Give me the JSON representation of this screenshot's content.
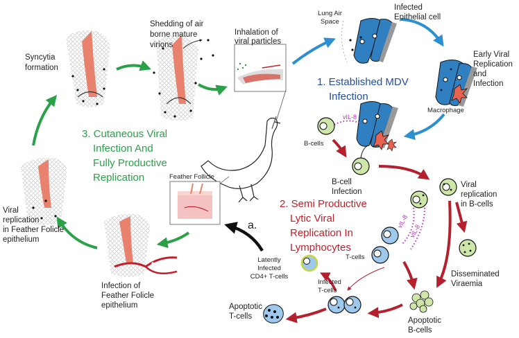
{
  "colors": {
    "green": "#2aa149",
    "blue": "#1f4ea3",
    "red": "#c41e2a",
    "arrow_blue": "#2b8fd0",
    "arrow_green": "#2aa149",
    "arrow_red": "#b5202e",
    "arrow_black": "#111111",
    "cell_blue": "#2f7fc1",
    "cell_green": "#cfe6a9",
    "tcell_blue": "#9ec9ec",
    "follicle_pink": "#e8826f",
    "macrophage": "#e8634f",
    "vil8": "#c828c8"
  },
  "section1": {
    "line1": "1. Established MDV",
    "line2": "Infection"
  },
  "section2": {
    "line1": "2. Semi Productive",
    "line2": "Lytic Viral",
    "line3": "Replication In",
    "line4": "Lymphocytes"
  },
  "section3": {
    "line1": "3. Cutaneous Viral",
    "line2": "Infection And",
    "line3": "Fully Productive",
    "line4": "Replication"
  },
  "labels": {
    "shedding": [
      "Shedding of air",
      "borne mature",
      "virions"
    ],
    "syncytia": [
      "Syncytia",
      "formation"
    ],
    "inhalation": [
      "Inhalation of",
      "viral particles"
    ],
    "lung_air_space": [
      "Lung Air",
      "Space"
    ],
    "infected_epithelial": [
      "Infected",
      "Epithelial cell"
    ],
    "early_viral": [
      "Early Viral",
      "Replication",
      "and",
      "Infection"
    ],
    "macrophage": "Macrophage",
    "vil8_top": "vIL-8",
    "b_cells": "B-cells",
    "b_cell_infection": [
      "B-cell",
      "Infection"
    ],
    "viral_replication_b": [
      "Viral",
      "replication",
      "in B-cells"
    ],
    "vil8_mid1": "vIL-8",
    "vil8_mid2": "vIL-8",
    "t_cells": "T-cells",
    "disseminated": [
      "Disseminated",
      "Viraemia"
    ],
    "apoptotic_b": [
      "Apoptotic",
      "B-cells"
    ],
    "infected_t": [
      "Infected",
      "T-cells"
    ],
    "apoptotic_t": [
      "Apoptotic",
      "T-cells"
    ],
    "latently": [
      "Latently",
      "Infected",
      "CD4+ T-cells"
    ],
    "marker_a": "a.",
    "feather_follicle": "Feather Follicle",
    "infection_feather": [
      "Infection of",
      "Feather Folicle",
      "epithelium"
    ],
    "viral_replication_feather": [
      "Viral",
      "replication",
      "in Feather Folicle",
      "epithelium"
    ]
  }
}
